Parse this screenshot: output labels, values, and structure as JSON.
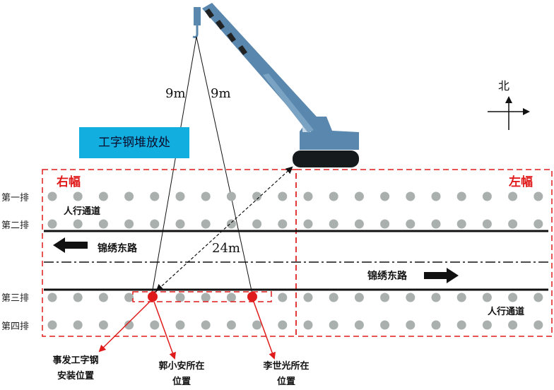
{
  "storage_label": "工字钢堆放处",
  "north_label": "北",
  "sides": {
    "right": "右幅",
    "left": "左幅"
  },
  "rows": [
    "第一排",
    "第二排",
    "第三排",
    "第四排"
  ],
  "road_name": "锦绣东路",
  "walkway": "人行通道",
  "distances": {
    "cable_left": "9m",
    "cable_right": "9m",
    "diagonal": "24m"
  },
  "callouts": [
    {
      "line1": "事发工字钢",
      "line2": "安装位置"
    },
    {
      "line1": "郭小安所在",
      "line2": "位置"
    },
    {
      "line1": "李世光所在",
      "line2": "位置"
    }
  ],
  "colors": {
    "dashed_red": "#e01b1b",
    "crane_body": "#5a87ad",
    "storage_bg": "#12aee0",
    "pile": "#a9b0ad"
  }
}
